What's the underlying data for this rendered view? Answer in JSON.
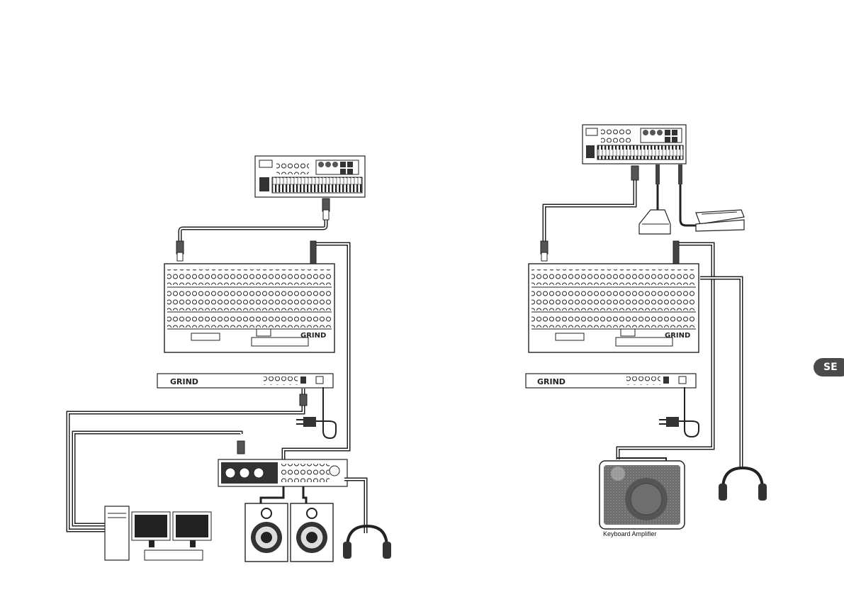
{
  "caption": "Keyboard Amplifier",
  "language_badge": "SE",
  "device_logo": "GRIND",
  "colors": {
    "line": "#222222",
    "cable_fill": "#ffffff",
    "badge": "#4a4a4a",
    "speaker_grey": "#6f6f6f"
  },
  "icons": [
    "midi-keyboard-icon",
    "synth-module-icon",
    "expansion-unit-icon",
    "audio-interface-icon",
    "computer-icon",
    "studio-monitor-icon",
    "headphones-icon",
    "sustain-pedal-icon",
    "expression-pedal-icon",
    "keyboard-amplifier-icon",
    "power-supply-icon"
  ]
}
